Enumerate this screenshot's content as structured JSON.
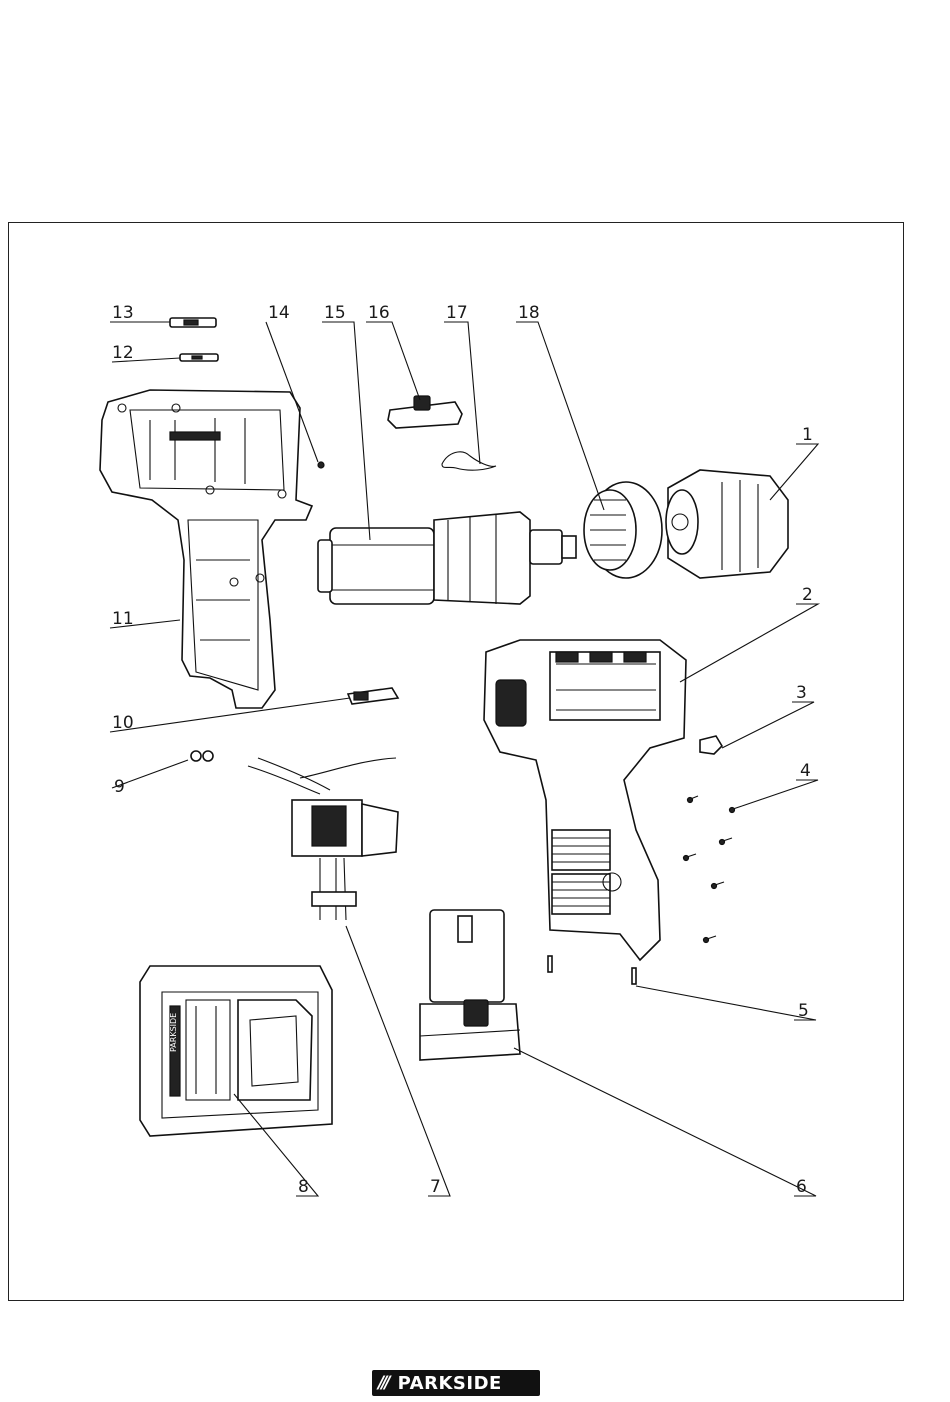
{
  "diagram": {
    "labels": [
      "1",
      "2",
      "3",
      "4",
      "5",
      "6",
      "7",
      "8",
      "9",
      "10",
      "11",
      "12",
      "13",
      "14",
      "15",
      "16",
      "17",
      "18"
    ],
    "charger_brand": "PARKSIDE"
  },
  "footer": {
    "logo_slashes": "///",
    "logo_text": "PARKSIDE"
  }
}
